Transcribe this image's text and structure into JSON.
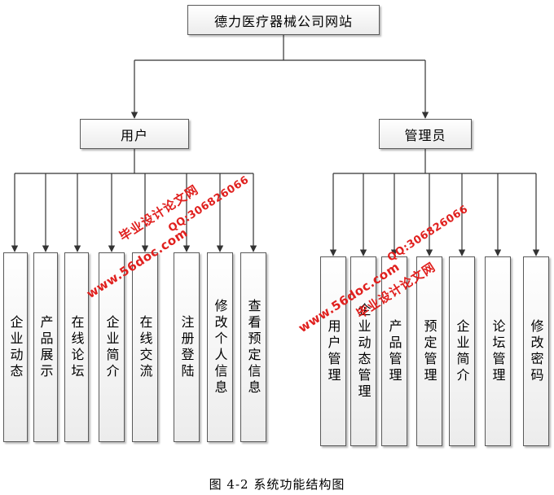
{
  "root": {
    "label": "德力医疗器械公司网站"
  },
  "user_branch": {
    "label": "用户",
    "children": [
      "企业动态",
      "产品展示",
      "在线论坛",
      "企业简介",
      "在线交流",
      "注册登陆",
      "修改个人信息",
      "查看预定信息"
    ]
  },
  "admin_branch": {
    "label": "管理员",
    "children": [
      "用户管理",
      "企业动态管理",
      "产品管理",
      "预定管理",
      "企业简介",
      "论坛管理",
      "修改密码"
    ]
  },
  "watermarks": {
    "site": "www.56doc.com",
    "name": "毕业设计论文网",
    "qq": "QQ:306826066"
  },
  "caption": "图 4-2 系统功能结构图",
  "colors": {
    "line": "#333333",
    "border": "#5a5a5a",
    "watermark": "#e0201e"
  }
}
